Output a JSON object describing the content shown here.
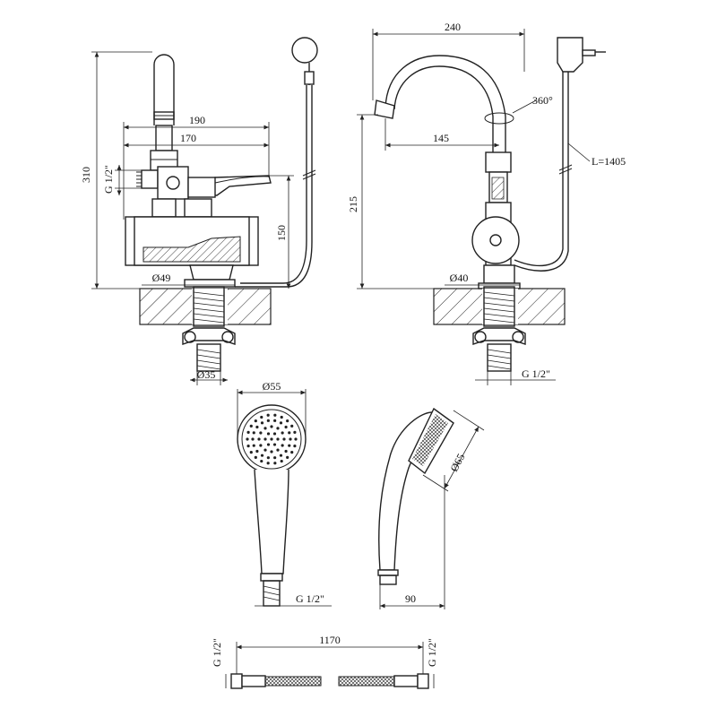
{
  "dimensions": {
    "left_view": {
      "height_total": "310",
      "width_190": "190",
      "width_170": "170",
      "inlet_thread": "G 1/2\"",
      "height_150": "150",
      "diameter_49": "Ø49",
      "diameter_35": "Ø35"
    },
    "right_view": {
      "width_240": "240",
      "swivel": "360°",
      "reach_145": "145",
      "cable_length": "L=1405",
      "height_215": "215",
      "diameter_40": "Ø40",
      "bottom_thread": "G 1/2\""
    },
    "shower_front": {
      "diameter_55": "Ø55",
      "thread": "G 1/2\""
    },
    "shower_side": {
      "diameter_65": "Ø65",
      "length_90": "90"
    },
    "hose": {
      "length": "1170",
      "thread_left": "G 1/2\"",
      "thread_right": "G 1/2\""
    }
  }
}
